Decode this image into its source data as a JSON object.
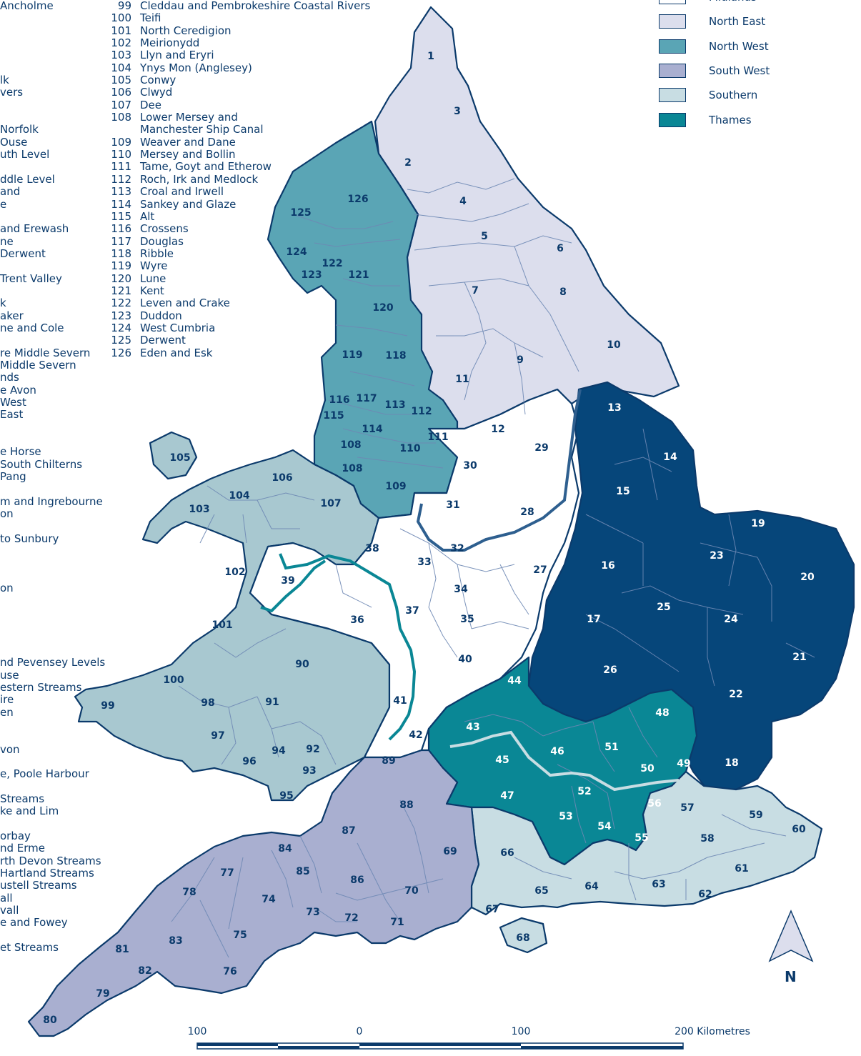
{
  "left_list": [
    "Ancholme",
    "",
    "",
    "",
    "",
    "",
    "lk",
    "vers",
    "",
    "",
    "Norfolk",
    "Ouse",
    "uth Level",
    "",
    "ddle Level",
    "and",
    "e",
    "",
    "and Erewash",
    "ne",
    "Derwent",
    "",
    "Trent Valley",
    "",
    "k",
    "aker",
    "ne and Cole",
    "",
    "re Middle Severn",
    "Middle Severn",
    "nds",
    "e Avon",
    "West",
    "East",
    "",
    "",
    "e Horse",
    "South Chilterns",
    "Pang",
    "",
    "m and Ingrebourne",
    "on",
    "",
    "to Sunbury",
    "",
    "",
    "",
    "on",
    "",
    "",
    "",
    "",
    "",
    "nd Pevensey Levels",
    "use",
    "estern Streams",
    "ire",
    "en",
    "",
    "",
    "von",
    "",
    "e, Poole Harbour",
    "",
    "Streams",
    "ke and Lim",
    "",
    "orbay",
    "nd Erme",
    "rth Devon Streams",
    "Hartland Streams",
    "ustell Streams",
    "all",
    "vall",
    "e and Fowey",
    "",
    "et Streams"
  ],
  "catchments": [
    {
      "num": "99",
      "name": "Cleddau and Pembrokeshire Coastal Rivers"
    },
    {
      "num": "100",
      "name": "Teifi"
    },
    {
      "num": "101",
      "name": "North Ceredigion"
    },
    {
      "num": "102",
      "name": "Meirionydd"
    },
    {
      "num": "103",
      "name": "Llyn and Eryri"
    },
    {
      "num": "104",
      "name": "Ynys Mon (Anglesey)"
    },
    {
      "num": "105",
      "name": "Conwy"
    },
    {
      "num": "106",
      "name": "Clwyd"
    },
    {
      "num": "107",
      "name": "Dee"
    },
    {
      "num": "108",
      "name": "Lower Mersey and"
    },
    {
      "num": "",
      "name": "Manchester Ship Canal"
    },
    {
      "num": "109",
      "name": "Weaver and Dane"
    },
    {
      "num": "110",
      "name": "Mersey and Bollin"
    },
    {
      "num": "111",
      "name": "Tame, Goyt and Etherow"
    },
    {
      "num": "112",
      "name": "Roch, Irk and Medlock"
    },
    {
      "num": "113",
      "name": "Croal and Irwell"
    },
    {
      "num": "114",
      "name": "Sankey and Glaze"
    },
    {
      "num": "115",
      "name": "Alt"
    },
    {
      "num": "116",
      "name": "Crossens"
    },
    {
      "num": "117",
      "name": "Douglas"
    },
    {
      "num": "118",
      "name": "Ribble"
    },
    {
      "num": "119",
      "name": "Wyre"
    },
    {
      "num": "120",
      "name": "Lune"
    },
    {
      "num": "121",
      "name": "Kent"
    },
    {
      "num": "122",
      "name": "Leven and Crake"
    },
    {
      "num": "123",
      "name": "Duddon"
    },
    {
      "num": "124",
      "name": "West Cumbria"
    },
    {
      "num": "125",
      "name": "Derwent"
    },
    {
      "num": "126",
      "name": "Eden and Esk"
    }
  ],
  "legend": [
    {
      "label": "Midlands",
      "color": "#ffffff"
    },
    {
      "label": "North East",
      "color": "#dcdeed"
    },
    {
      "label": "North West",
      "color": "#5aa5b5"
    },
    {
      "label": "South West",
      "color": "#a9afd0"
    },
    {
      "label": "Southern",
      "color": "#c8dde3"
    },
    {
      "label": "Thames",
      "color": "#0a8795"
    }
  ],
  "regions": {
    "midlands": "#ffffff",
    "north_east": "#dcdeed",
    "north_west": "#5aa5b5",
    "wales": "#a8c8d0",
    "south_west": "#a9afd0",
    "southern": "#c8dde3",
    "thames": "#0a8795",
    "anglian": "#06467a"
  },
  "region_labels": [
    {
      "t": "1",
      "color": "#0b3a6b"
    },
    {
      "t": "2",
      "color": "#0b3a6b"
    },
    {
      "t": "3",
      "color": "#0b3a6b"
    },
    {
      "t": "4",
      "color": "#0b3a6b"
    },
    {
      "t": "5",
      "color": "#0b3a6b"
    },
    {
      "t": "6",
      "color": "#0b3a6b"
    },
    {
      "t": "7",
      "color": "#0b3a6b"
    },
    {
      "t": "8",
      "color": "#0b3a6b"
    },
    {
      "t": "9",
      "color": "#0b3a6b"
    },
    {
      "t": "10",
      "color": "#0b3a6b"
    },
    {
      "t": "11",
      "color": "#0b3a6b"
    },
    {
      "t": "12",
      "color": "#0b3a6b"
    },
    {
      "t": "13",
      "color": "#ffffff"
    },
    {
      "t": "14",
      "color": "#ffffff"
    },
    {
      "t": "15",
      "color": "#ffffff"
    },
    {
      "t": "16",
      "color": "#ffffff"
    },
    {
      "t": "17",
      "color": "#ffffff"
    },
    {
      "t": "18",
      "color": "#ffffff"
    },
    {
      "t": "19",
      "color": "#ffffff"
    },
    {
      "t": "20",
      "color": "#ffffff"
    },
    {
      "t": "21",
      "color": "#ffffff"
    },
    {
      "t": "22",
      "color": "#ffffff"
    },
    {
      "t": "23",
      "color": "#ffffff"
    },
    {
      "t": "24",
      "color": "#ffffff"
    },
    {
      "t": "25",
      "color": "#ffffff"
    },
    {
      "t": "26",
      "color": "#ffffff"
    },
    {
      "t": "27",
      "color": "#0b3a6b"
    },
    {
      "t": "28",
      "color": "#0b3a6b"
    },
    {
      "t": "29",
      "color": "#0b3a6b"
    },
    {
      "t": "30",
      "color": "#0b3a6b"
    },
    {
      "t": "31",
      "color": "#0b3a6b"
    },
    {
      "t": "32",
      "color": "#0b3a6b"
    },
    {
      "t": "33",
      "color": "#0b3a6b"
    },
    {
      "t": "34",
      "color": "#0b3a6b"
    },
    {
      "t": "35",
      "color": "#0b3a6b"
    },
    {
      "t": "36",
      "color": "#0b3a6b"
    },
    {
      "t": "37",
      "color": "#0b3a6b"
    },
    {
      "t": "38",
      "color": "#0b3a6b"
    },
    {
      "t": "39",
      "color": "#0b3a6b"
    },
    {
      "t": "40",
      "color": "#0b3a6b"
    },
    {
      "t": "41",
      "color": "#0b3a6b"
    },
    {
      "t": "42",
      "color": "#0b3a6b"
    },
    {
      "t": "43",
      "color": "#ffffff"
    },
    {
      "t": "44",
      "color": "#ffffff"
    },
    {
      "t": "45",
      "color": "#ffffff"
    },
    {
      "t": "46",
      "color": "#ffffff"
    },
    {
      "t": "47",
      "color": "#ffffff"
    },
    {
      "t": "48",
      "color": "#ffffff"
    },
    {
      "t": "49",
      "color": "#ffffff"
    },
    {
      "t": "50",
      "color": "#ffffff"
    },
    {
      "t": "51",
      "color": "#ffffff"
    },
    {
      "t": "52",
      "color": "#ffffff"
    },
    {
      "t": "53",
      "color": "#ffffff"
    },
    {
      "t": "54",
      "color": "#ffffff"
    },
    {
      "t": "55",
      "color": "#ffffff"
    },
    {
      "t": "56",
      "color": "#ffffff"
    },
    {
      "t": "57",
      "color": "#0b3a6b"
    },
    {
      "t": "58",
      "color": "#0b3a6b"
    },
    {
      "t": "59",
      "color": "#0b3a6b"
    },
    {
      "t": "60",
      "color": "#0b3a6b"
    },
    {
      "t": "61",
      "color": "#0b3a6b"
    },
    {
      "t": "62",
      "color": "#0b3a6b"
    },
    {
      "t": "63",
      "color": "#0b3a6b"
    },
    {
      "t": "64",
      "color": "#0b3a6b"
    },
    {
      "t": "65",
      "color": "#0b3a6b"
    },
    {
      "t": "66",
      "color": "#0b3a6b"
    },
    {
      "t": "67",
      "color": "#0b3a6b"
    },
    {
      "t": "68",
      "color": "#0b3a6b"
    },
    {
      "t": "69",
      "color": "#0b3a6b"
    },
    {
      "t": "70",
      "color": "#0b3a6b"
    },
    {
      "t": "71",
      "color": "#0b3a6b"
    },
    {
      "t": "72",
      "color": "#0b3a6b"
    },
    {
      "t": "73",
      "color": "#0b3a6b"
    },
    {
      "t": "74",
      "color": "#0b3a6b"
    },
    {
      "t": "75",
      "color": "#0b3a6b"
    },
    {
      "t": "76",
      "color": "#0b3a6b"
    },
    {
      "t": "77",
      "color": "#0b3a6b"
    },
    {
      "t": "78",
      "color": "#0b3a6b"
    },
    {
      "t": "79",
      "color": "#0b3a6b"
    },
    {
      "t": "80",
      "color": "#0b3a6b"
    },
    {
      "t": "81",
      "color": "#0b3a6b"
    },
    {
      "t": "82",
      "color": "#0b3a6b"
    },
    {
      "t": "83",
      "color": "#0b3a6b"
    },
    {
      "t": "84",
      "color": "#0b3a6b"
    },
    {
      "t": "85",
      "color": "#0b3a6b"
    },
    {
      "t": "86",
      "color": "#0b3a6b"
    },
    {
      "t": "87",
      "color": "#0b3a6b"
    },
    {
      "t": "88",
      "color": "#0b3a6b"
    },
    {
      "t": "89",
      "color": "#0b3a6b"
    },
    {
      "t": "90",
      "color": "#0b3a6b"
    },
    {
      "t": "91",
      "color": "#0b3a6b"
    },
    {
      "t": "92",
      "color": "#0b3a6b"
    },
    {
      "t": "93",
      "color": "#0b3a6b"
    },
    {
      "t": "94",
      "color": "#0b3a6b"
    },
    {
      "t": "95",
      "color": "#0b3a6b"
    },
    {
      "t": "96",
      "color": "#0b3a6b"
    },
    {
      "t": "97",
      "color": "#0b3a6b"
    },
    {
      "t": "98",
      "color": "#0b3a6b"
    },
    {
      "t": "99",
      "color": "#0b3a6b"
    },
    {
      "t": "100",
      "color": "#0b3a6b"
    },
    {
      "t": "101",
      "color": "#0b3a6b"
    },
    {
      "t": "102",
      "color": "#0b3a6b"
    },
    {
      "t": "103",
      "color": "#0b3a6b"
    },
    {
      "t": "104",
      "color": "#0b3a6b"
    },
    {
      "t": "105",
      "color": "#0b3a6b"
    },
    {
      "t": "106",
      "color": "#0b3a6b"
    },
    {
      "t": "107",
      "color": "#0b3a6b"
    },
    {
      "t": "108",
      "color": "#0b3a6b"
    },
    {
      "t": "108",
      "color": "#0b3a6b"
    },
    {
      "t": "109",
      "color": "#0b3a6b"
    },
    {
      "t": "110",
      "color": "#0b3a6b"
    },
    {
      "t": "111",
      "color": "#0b3a6b"
    },
    {
      "t": "112",
      "color": "#0b3a6b"
    },
    {
      "t": "113",
      "color": "#0b3a6b"
    },
    {
      "t": "114",
      "color": "#0b3a6b"
    },
    {
      "t": "115",
      "color": "#0b3a6b"
    },
    {
      "t": "116",
      "color": "#0b3a6b"
    },
    {
      "t": "117",
      "color": "#0b3a6b"
    },
    {
      "t": "118",
      "color": "#0b3a6b"
    },
    {
      "t": "119",
      "color": "#0b3a6b"
    },
    {
      "t": "120",
      "color": "#0b3a6b"
    },
    {
      "t": "121",
      "color": "#0b3a6b"
    },
    {
      "t": "122",
      "color": "#0b3a6b"
    },
    {
      "t": "123",
      "color": "#0b3a6b"
    },
    {
      "t": "124",
      "color": "#0b3a6b"
    },
    {
      "t": "125",
      "color": "#0b3a6b"
    },
    {
      "t": "126",
      "color": "#0b3a6b"
    }
  ],
  "scale_bar": {
    "labels": [
      "100",
      "0",
      "100",
      "200 Kilometres"
    ]
  },
  "north_arrow": {
    "label": "N"
  }
}
